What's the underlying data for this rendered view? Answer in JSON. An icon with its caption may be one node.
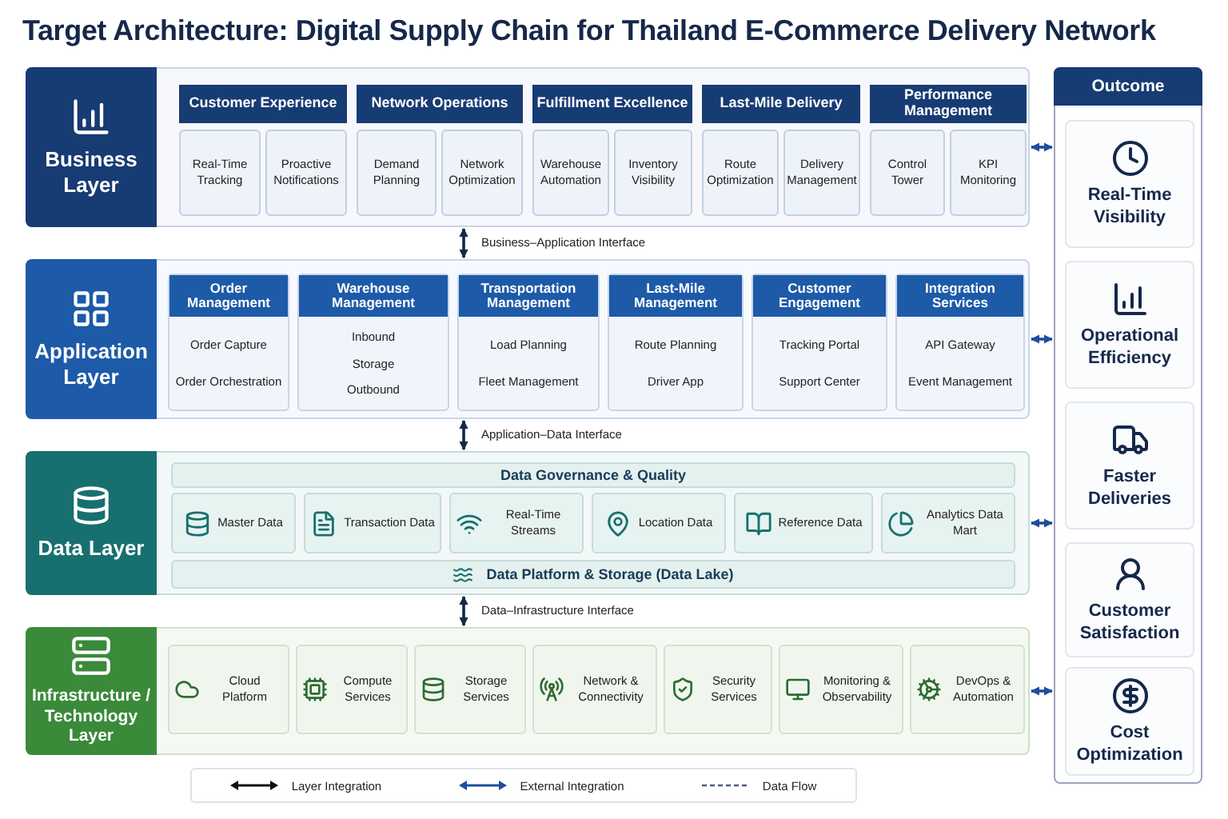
{
  "diagram": {
    "title": "Target Architecture: Digital Supply Chain for Thailand E-Commerce Delivery Network",
    "nodes": [
      {
        "text": [
          "Business Layer"
        ]
      },
      {
        "text": [
          "Customer Experience"
        ],
        "in": 0
      },
      {
        "text": [
          "Real-Time Tracking"
        ],
        "in": 0
      },
      {
        "text": [
          "Proactive Notifications"
        ],
        "in": 0
      },
      {
        "text": [
          "Network Operations"
        ],
        "in": 0
      },
      {
        "text": [
          "Demand Planning"
        ],
        "in": 0
      },
      {
        "text": [
          "Network Optimization"
        ],
        "in": 0
      },
      {
        "text": [
          "Fulfillment Excellence"
        ],
        "in": 0
      },
      {
        "text": [
          "Warehouse Automation"
        ],
        "in": 0
      },
      {
        "text": [
          "Inventory Visibility"
        ],
        "in": 0
      },
      {
        "text": [
          "Last-Mile Delivery"
        ],
        "in": 0
      },
      {
        "text": [
          "Route Optimization"
        ],
        "in": 0
      },
      {
        "text": [
          "Delivery Management"
        ],
        "in": 0
      },
      {
        "text": [
          "Performance Management"
        ],
        "in": 0
      },
      {
        "text": [
          "Control Tower"
        ],
        "in": 0
      },
      {
        "text": [
          "KPI Monitoring"
        ],
        "in": 0
      },
      {
        "text": [
          "Application Layer"
        ]
      },
      {
        "text": [
          "Order Management",
          "Order Capture",
          "Order Orchestration"
        ],
        "in": 16
      },
      {
        "text": [
          "Warehouse Management",
          "Inbound",
          "Storage",
          "Outbound"
        ],
        "in": 16
      },
      {
        "text": [
          "Transportation Management",
          "Load Planning",
          "Fleet Management"
        ],
        "in": 16
      },
      {
        "text": [
          "Last-Mile Management",
          "Route Planning",
          "Driver App"
        ],
        "in": 16
      },
      {
        "text": [
          "Customer Engagement",
          "Tracking Portal",
          "Support Center"
        ],
        "in": 16
      },
      {
        "text": [
          "Integration Services",
          "API Gateway",
          "Event Management"
        ],
        "in": 16
      },
      {
        "text": [
          "Data Layer"
        ]
      },
      {
        "text": [
          "Data Governance & Quality"
        ],
        "in": 23
      },
      {
        "text": [
          "Master Data"
        ],
        "in": 23
      },
      {
        "text": [
          "Transaction Data"
        ],
        "in": 23
      },
      {
        "text": [
          "Real-Time Streams"
        ],
        "in": 23
      },
      {
        "text": [
          "Location Data"
        ],
        "in": 23
      },
      {
        "text": [
          "Reference Data"
        ],
        "in": 23
      },
      {
        "text": [
          "Analytics Data Mart"
        ],
        "in": 23
      },
      {
        "text": [
          "Data Platform & Storage (Data Lake)"
        ],
        "in": 23
      },
      {
        "text": [
          "Infrastructure / Technology Layer"
        ]
      },
      {
        "text": [
          "Cloud Platform"
        ],
        "in": 32
      },
      {
        "text": [
          "Compute Services"
        ],
        "in": 32
      },
      {
        "text": [
          "Storage Services"
        ],
        "in": 32
      },
      {
        "text": [
          "Network & Connectivity"
        ],
        "in": 32
      },
      {
        "text": [
          "Security Services"
        ],
        "in": 32
      },
      {
        "text": [
          "Monitoring & Observability"
        ],
        "in": 32
      },
      {
        "text": [
          "DevOps & Automation"
        ],
        "in": 32
      },
      {
        "text": [],
        "shape": "box"
      },
      {
        "text": [
          "Outcome"
        ],
        "in": 40
      },
      {
        "text": [
          "Real-Time Visibility"
        ],
        "in": 40
      },
      {
        "text": [
          "Operational Efficiency"
        ],
        "in": 40
      },
      {
        "text": [
          "Faster Deliveries"
        ],
        "in": 40
      },
      {
        "text": [
          "Customer Satisfaction"
        ],
        "in": 40
      },
      {
        "text": [
          "Cost Optimization"
        ],
        "in": 40
      }
    ],
    "edges": [
      {
        "from": 0,
        "to": 16,
        "arrow": "both",
        "label": "Business–Application Interface"
      },
      {
        "from": 16,
        "to": 23,
        "arrow": "both",
        "label": "Application–Data Interface"
      },
      {
        "from": 23,
        "to": 32,
        "arrow": "both",
        "label": "Data–Infrastructure Interface"
      },
      {
        "from": 0,
        "to": 40,
        "arrow": "both",
        "color": "#1f4e9c"
      },
      {
        "from": 16,
        "to": 40,
        "arrow": "both",
        "color": "#1f4e9c"
      },
      {
        "from": 23,
        "to": 40,
        "arrow": "both",
        "color": "#1f4e9c"
      },
      {
        "from": 32,
        "to": 40,
        "arrow": "both",
        "color": "#1f4e9c"
      }
    ],
    "legend": [
      {
        "text": "Layer Integration"
      },
      {
        "text": "External Integration"
      },
      {
        "text": "Data Flow"
      }
    ]
  }
}
